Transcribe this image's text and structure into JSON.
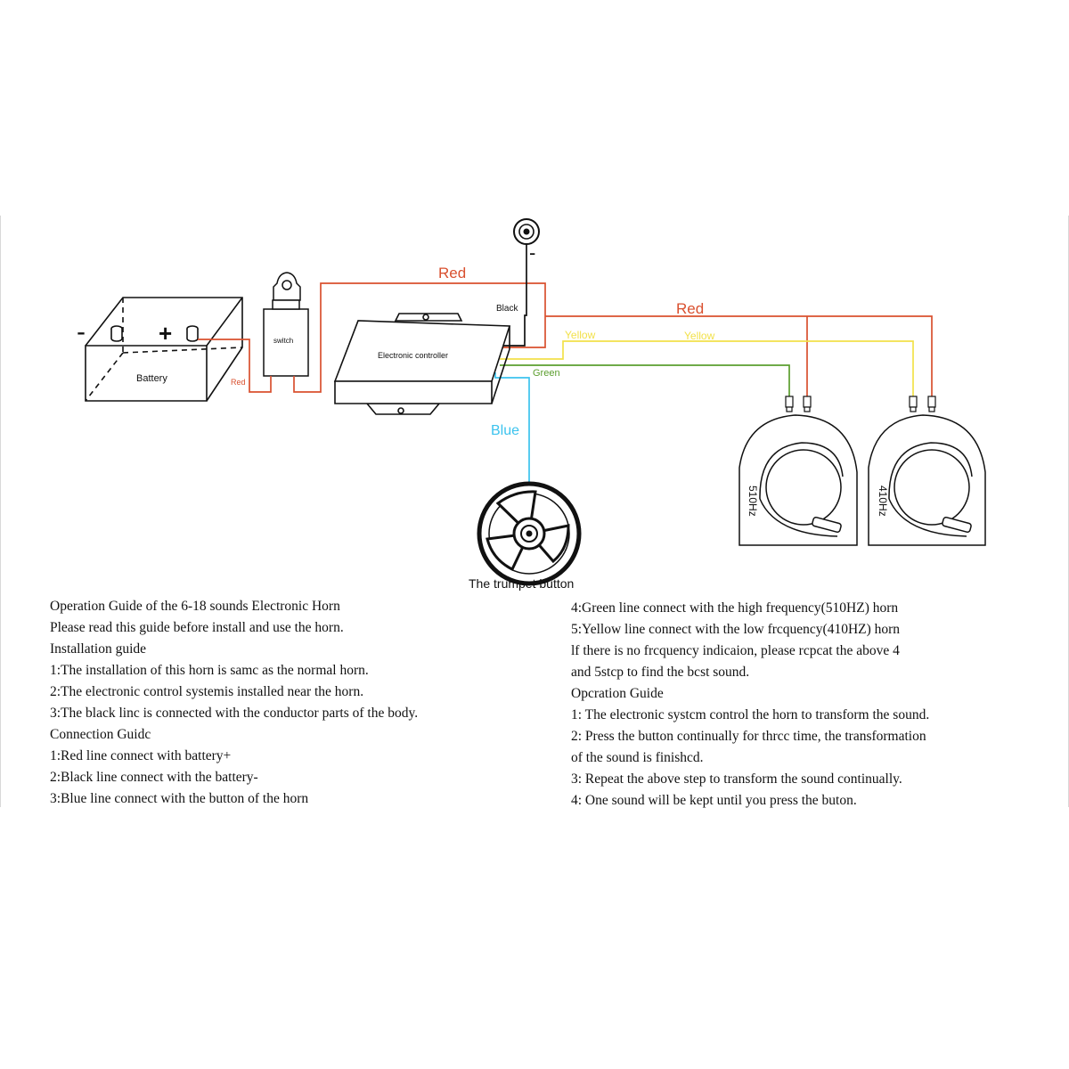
{
  "diagram": {
    "battery_label": "Battery",
    "battery_minus": "-",
    "battery_plus": "+",
    "switch_label": "switch",
    "controller_label": "Electronic controller",
    "ground_minus": "-",
    "button_label": "The trumpet button",
    "horn_high_label": "510Hz",
    "horn_low_label": "410Hz",
    "wires": {
      "red_top": "Red",
      "red_right": "Red",
      "red_small": "Red",
      "black": "Black",
      "yellow_1": "Yellow",
      "yellow_2": "Yellow",
      "green": "Green",
      "blue": "Blue"
    },
    "colors": {
      "red": "#d9502f",
      "yellow": "#f2e14a",
      "green": "#5b9e2e",
      "blue": "#3cc3ee",
      "black": "#111111"
    }
  },
  "guide": {
    "left": [
      "Operation Guide of the 6-18 sounds Electronic Horn",
      "Please read this guide before install and use the horn.",
      "Installation guide",
      "1:The installation of this horn is samc as the normal horn.",
      "2:The electronic control systemis installed near the horn.",
      "3:The black linc is connected with the conductor parts of the body.",
      "Connection Guidc",
      "1:Red line connect with battery+",
      "2:Black line connect with the battery-",
      "3:Blue line connect with the button of the horn"
    ],
    "right": [
      "4:Green line connect with the high frequency(510HZ) horn",
      "5:Yellow line connect with the low frcquency(410HZ) horn",
      "lf there is no frcquency indicaion, please rcpcat the above 4",
      " and 5stcp to find the bcst sound.",
      "Opcration Guide",
      "1: The electronic systcm control the horn to transform the sound.",
      "2: Press the button continually for thrcc time, the transformation",
      " of the sound is finishcd.",
      "3: Repeat the above step to transform the sound continually.",
      "4: One sound will be kept until you press the buton."
    ]
  }
}
